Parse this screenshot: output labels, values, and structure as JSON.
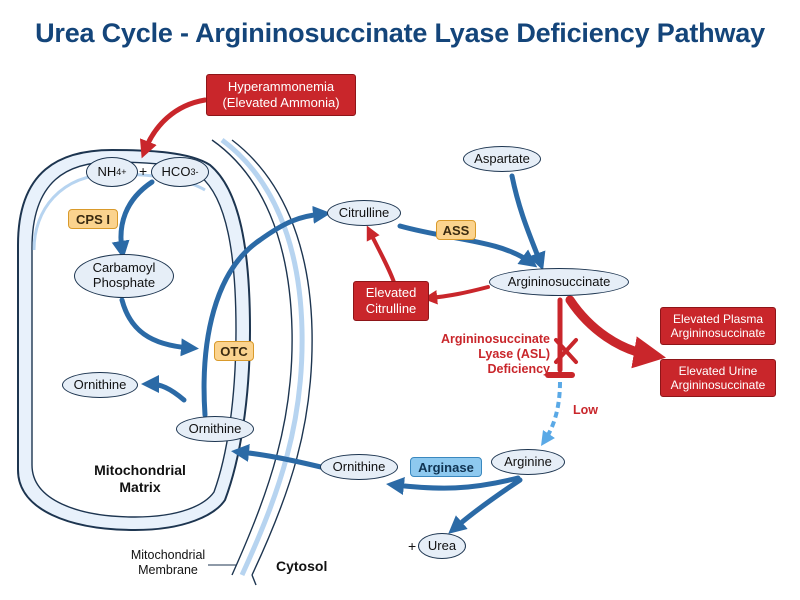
{
  "title": "Urea Cycle - Argininosuccinate Lyase Deficiency Pathway",
  "colors": {
    "pathway_arrow": "#2b6aa6",
    "deficiency_red": "#c9262b",
    "enzyme_orange": "#fbd38e",
    "enzyme_blue": "#8ec9ef",
    "title_blue": "#14457a"
  },
  "molecules": {
    "nh4": "NH",
    "nh4_sub": "4",
    "nh4_sup": "+",
    "plus": "+",
    "hco3": "HCO",
    "hco3_sub": "3",
    "hco3_sup": "-",
    "carbamoyl_line1": "Carbamoyl",
    "carbamoyl_line2": "Phosphate",
    "ornithine_matrix": "Ornithine",
    "ornithine_inner": "Ornithine",
    "citrulline": "Citrulline",
    "aspartate": "Aspartate",
    "argininosuccinate": "Argininosuccinate",
    "arginine": "Arginine",
    "ornithine_cytosol": "Ornithine",
    "urea_plus": "+",
    "urea": "Urea"
  },
  "enzymes": {
    "cps1": "CPS I",
    "otc": "OTC",
    "ass": "ASS",
    "arginase": "Arginase"
  },
  "alerts": {
    "hyperammonemia_line1": "Hyperammonemia",
    "hyperammonemia_line2": "(Elevated Ammonia)",
    "elevated_citrulline_line1": "Elevated",
    "elevated_citrulline_line2": "Citrulline",
    "plasma_line1": "Elevated Plasma",
    "plasma_line2": "Argininosuccinate",
    "urine_line1": "Elevated Urine",
    "urine_line2": "Argininosuccinate"
  },
  "deficiency": {
    "line1": "Argininosuccinate",
    "line2": "Lyase (ASL)",
    "line3": "Deficiency",
    "low": "Low"
  },
  "compartments": {
    "matrix_line1": "Mitochondrial",
    "matrix_line2": "Matrix",
    "membrane_line1": "Mitochondrial",
    "membrane_line2": "Membrane",
    "cytosol": "Cytosol"
  }
}
